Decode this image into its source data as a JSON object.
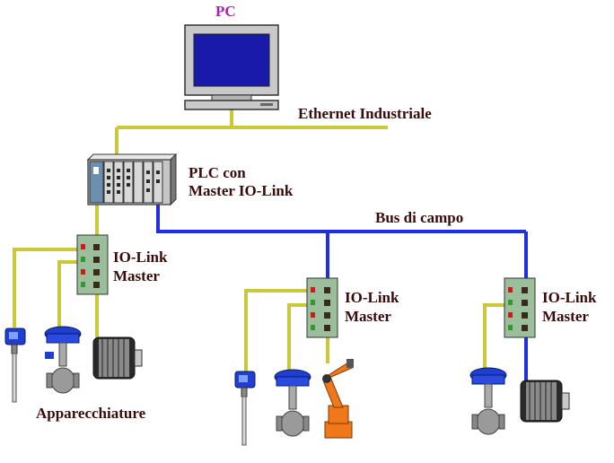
{
  "pc_label": "PC",
  "ethernet_label": "Ethernet Industriale",
  "plc_label_line1": "PLC con",
  "plc_label_line2": "Master IO-Link",
  "fieldbus_label": "Bus di campo",
  "masters": [
    {
      "line1": "IO-Link",
      "line2": "Master"
    },
    {
      "line1": "IO-Link",
      "line2": "Master"
    },
    {
      "line1": "IO-Link",
      "line2": "Master"
    }
  ],
  "devices_label": "Apparecchiature",
  "colors": {
    "pc_label": "#b020b0",
    "label_text": "#3a0b0b",
    "ethernet_cable": "#c8c83a",
    "fieldbus_cable": "#1e2ee0",
    "io_link_master": "#9bbf9b",
    "robot": "#f07818"
  }
}
